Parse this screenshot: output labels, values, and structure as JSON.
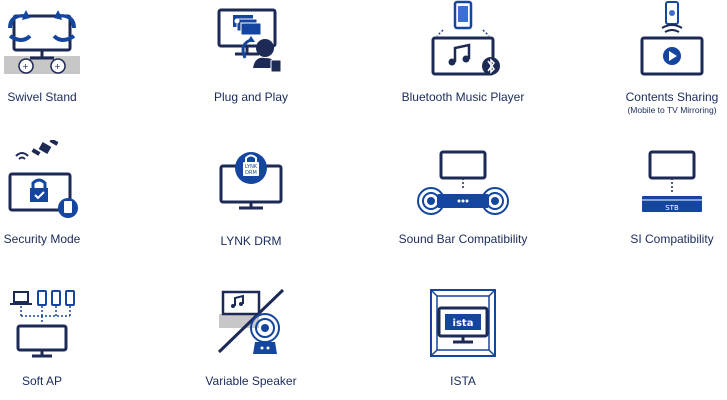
{
  "features": {
    "swivel_stand": {
      "label": "Swivel Stand"
    },
    "plug_and_play": {
      "label": "Plug and Play"
    },
    "bluetooth_music": {
      "label": "Bluetooth Music Player"
    },
    "contents_sharing": {
      "label": "Contents Sharing",
      "sub": "(Mobile to TV Mirroring)"
    },
    "security_mode": {
      "label": "Security Mode"
    },
    "lynk_drm": {
      "label": "LYNK DRM",
      "badge_line1": "LYNK",
      "badge_line2": "DRM"
    },
    "sound_bar": {
      "label": "Sound Bar Compatibility"
    },
    "si_compat": {
      "label": "SI Compatibility",
      "badge": "STB"
    },
    "soft_ap": {
      "label": "Soft AP"
    },
    "variable_speaker": {
      "label": "Variable Speaker"
    },
    "ista": {
      "label": "ISTA",
      "badge": "ista"
    }
  },
  "colors": {
    "navy": "#1d2a55",
    "blue": "#1446a0",
    "light_blue": "#3d6fd1",
    "gray": "#b9b9b9"
  }
}
